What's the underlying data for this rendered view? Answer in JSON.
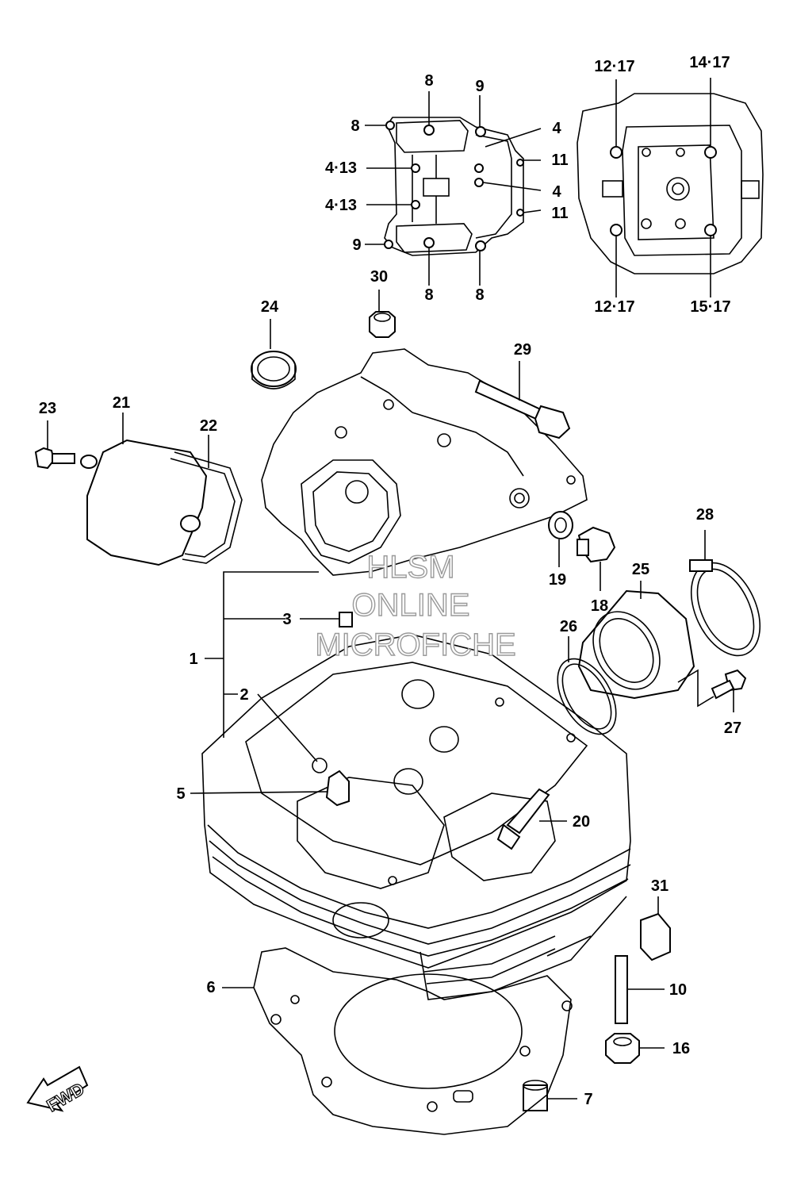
{
  "watermark": {
    "line1": "HLSM",
    "line2": "ONLINE",
    "line3": "MICROFICHE"
  },
  "direction": {
    "label": "FWD"
  },
  "callouts": [
    {
      "id": "c8a",
      "text": "8"
    },
    {
      "id": "c9a",
      "text": "9"
    },
    {
      "id": "c8b",
      "text": "8"
    },
    {
      "id": "c4a",
      "text": "4"
    },
    {
      "id": "c413a",
      "text": "4·13"
    },
    {
      "id": "c11a",
      "text": "11"
    },
    {
      "id": "c4b",
      "text": "4"
    },
    {
      "id": "c413b",
      "text": "4·13"
    },
    {
      "id": "c11b",
      "text": "11"
    },
    {
      "id": "c9b",
      "text": "9"
    },
    {
      "id": "c8c",
      "text": "8"
    },
    {
      "id": "c8d",
      "text": "8"
    },
    {
      "id": "c1217a",
      "text": "12·17"
    },
    {
      "id": "c1417",
      "text": "14·17"
    },
    {
      "id": "c1217b",
      "text": "12·17"
    },
    {
      "id": "c1517",
      "text": "15·17"
    },
    {
      "id": "c30",
      "text": "30"
    },
    {
      "id": "c24",
      "text": "24"
    },
    {
      "id": "c29",
      "text": "29"
    },
    {
      "id": "c23",
      "text": "23"
    },
    {
      "id": "c21",
      "text": "21"
    },
    {
      "id": "c22",
      "text": "22"
    },
    {
      "id": "c28",
      "text": "28"
    },
    {
      "id": "c19",
      "text": "19"
    },
    {
      "id": "c25",
      "text": "25"
    },
    {
      "id": "c18",
      "text": "18"
    },
    {
      "id": "c3",
      "text": "3"
    },
    {
      "id": "c26",
      "text": "26"
    },
    {
      "id": "c1",
      "text": "1"
    },
    {
      "id": "c2",
      "text": "2"
    },
    {
      "id": "c27",
      "text": "27"
    },
    {
      "id": "c5",
      "text": "5"
    },
    {
      "id": "c20",
      "text": "20"
    },
    {
      "id": "c31",
      "text": "31"
    },
    {
      "id": "c6",
      "text": "6"
    },
    {
      "id": "c10",
      "text": "10"
    },
    {
      "id": "c16",
      "text": "16"
    },
    {
      "id": "c7",
      "text": "7"
    }
  ]
}
